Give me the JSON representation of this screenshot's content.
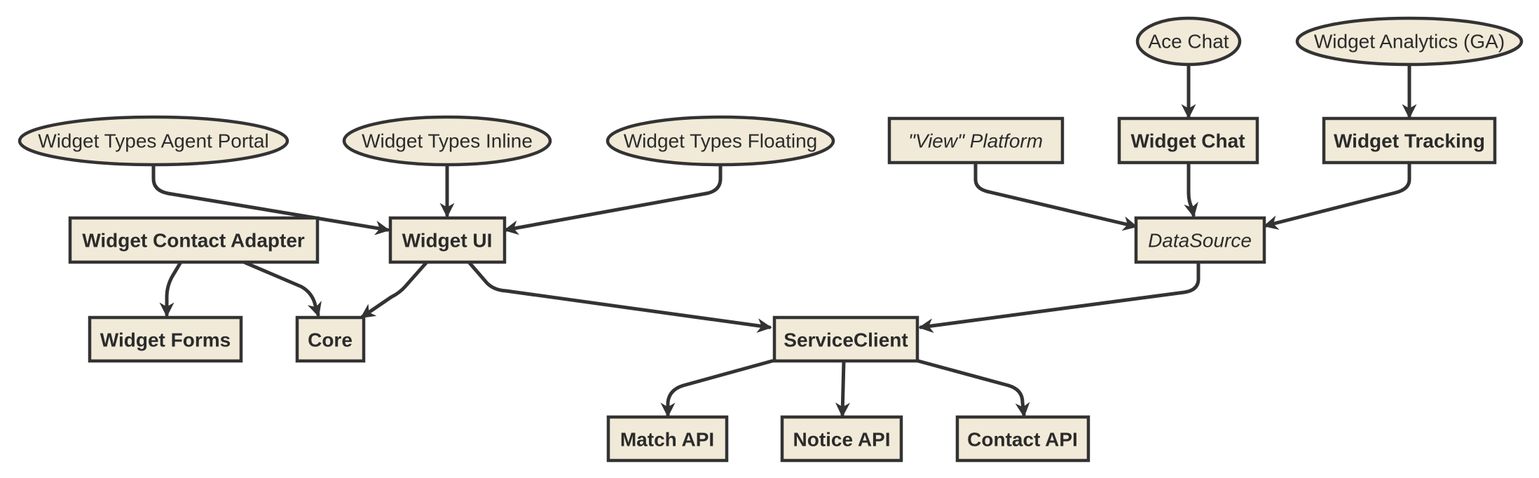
{
  "colors": {
    "node_fill": "#f1ead8",
    "stroke": "#333333",
    "text": "#2b2b2b"
  },
  "nodes": {
    "widget_types_agent_portal": {
      "label": "Widget Types Agent Portal",
      "shape": "ellipse"
    },
    "widget_types_inline": {
      "label": "Widget Types Inline",
      "shape": "ellipse"
    },
    "widget_types_floating": {
      "label": "Widget Types Floating",
      "shape": "ellipse"
    },
    "ace_chat": {
      "label": "Ace Chat",
      "shape": "ellipse"
    },
    "widget_analytics": {
      "label": "Widget Analytics (GA)",
      "shape": "ellipse"
    },
    "view_platform": {
      "label": "\"View\" Platform",
      "shape": "rect",
      "style": "italic"
    },
    "widget_chat": {
      "label": "Widget Chat",
      "shape": "rect",
      "style": "bold"
    },
    "widget_tracking": {
      "label": "Widget Tracking",
      "shape": "rect",
      "style": "bold"
    },
    "widget_contact_adapter": {
      "label": "Widget Contact Adapter",
      "shape": "rect",
      "style": "bold"
    },
    "widget_ui": {
      "label": "Widget UI",
      "shape": "rect",
      "style": "bold"
    },
    "datasource": {
      "label": "DataSource",
      "shape": "rect",
      "style": "italic"
    },
    "widget_forms": {
      "label": "Widget Forms",
      "shape": "rect",
      "style": "bold"
    },
    "core": {
      "label": "Core",
      "shape": "rect",
      "style": "bold"
    },
    "serviceclient": {
      "label": "ServiceClient",
      "shape": "rect",
      "style": "bold"
    },
    "match_api": {
      "label": "Match API",
      "shape": "rect",
      "style": "bold"
    },
    "notice_api": {
      "label": "Notice API",
      "shape": "rect",
      "style": "bold"
    },
    "contact_api": {
      "label": "Contact API",
      "shape": "rect",
      "style": "bold"
    }
  },
  "edges": [
    {
      "from": "widget_types_agent_portal",
      "to": "widget_ui"
    },
    {
      "from": "widget_types_inline",
      "to": "widget_ui"
    },
    {
      "from": "widget_types_floating",
      "to": "widget_ui"
    },
    {
      "from": "ace_chat",
      "to": "widget_chat"
    },
    {
      "from": "widget_analytics",
      "to": "widget_tracking"
    },
    {
      "from": "view_platform",
      "to": "datasource"
    },
    {
      "from": "widget_chat",
      "to": "datasource"
    },
    {
      "from": "widget_tracking",
      "to": "datasource"
    },
    {
      "from": "widget_contact_adapter",
      "to": "widget_forms"
    },
    {
      "from": "widget_contact_adapter",
      "to": "core"
    },
    {
      "from": "widget_ui",
      "to": "core"
    },
    {
      "from": "widget_ui",
      "to": "serviceclient"
    },
    {
      "from": "datasource",
      "to": "serviceclient"
    },
    {
      "from": "serviceclient",
      "to": "match_api"
    },
    {
      "from": "serviceclient",
      "to": "notice_api"
    },
    {
      "from": "serviceclient",
      "to": "contact_api"
    }
  ]
}
